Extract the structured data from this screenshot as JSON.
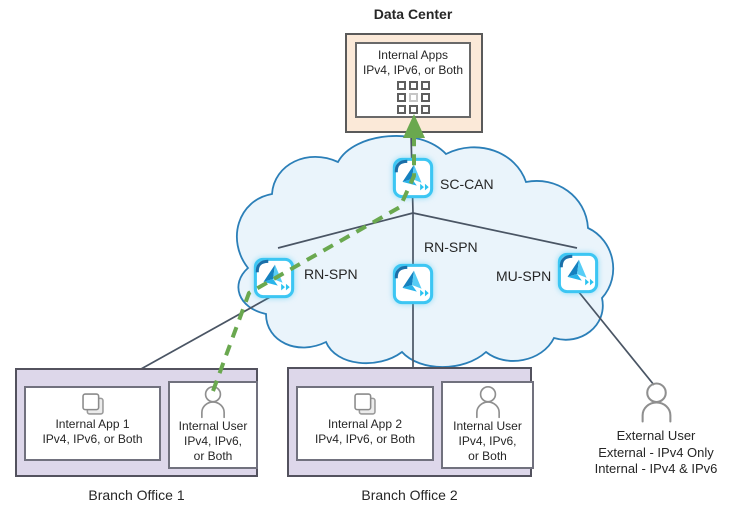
{
  "title": "Data Center",
  "data_center": {
    "title": "Data Center",
    "app_title": "Internal Apps",
    "app_subtitle": "IPv4, IPv6, or Both"
  },
  "cloud": {
    "sc_can": "SC-CAN",
    "rn_spn_left": "RN-SPN",
    "rn_spn_mid": "RN-SPN",
    "mu_spn": "MU-SPN"
  },
  "branch_offices": [
    {
      "name": "Branch Office 1",
      "app_line1": "Internal App 1",
      "app_line2": "IPv4, IPv6, or Both",
      "user_line1": "Internal User",
      "user_line2": "IPv4, IPv6,",
      "user_line3": "or Both"
    },
    {
      "name": "Branch Office 2",
      "app_line1": "Internal App 2",
      "app_line2": "IPv4, IPv6, or Both",
      "user_line1": "Internal User",
      "user_line2": "IPv4, IPv6,",
      "user_line3": "or Both"
    }
  ],
  "external_user": {
    "line1": "External User",
    "line2": "External - IPv4 Only",
    "line3": "Internal - IPv4 & IPv6"
  },
  "colors": {
    "cloud_fill": "#eaf4fb",
    "cloud_stroke": "#2b7fb8",
    "connector_line": "#4a5564",
    "overlay_path_green": "#6aa84f",
    "icon_cyan": "#3cc6f3",
    "icon_dark_blue": "#1581bf",
    "datacenter_fill": "#fbe9d8",
    "datacenter_border": "#5a5a5a",
    "branch_fill": "#ddd7ea",
    "branch_border": "#53525e"
  }
}
